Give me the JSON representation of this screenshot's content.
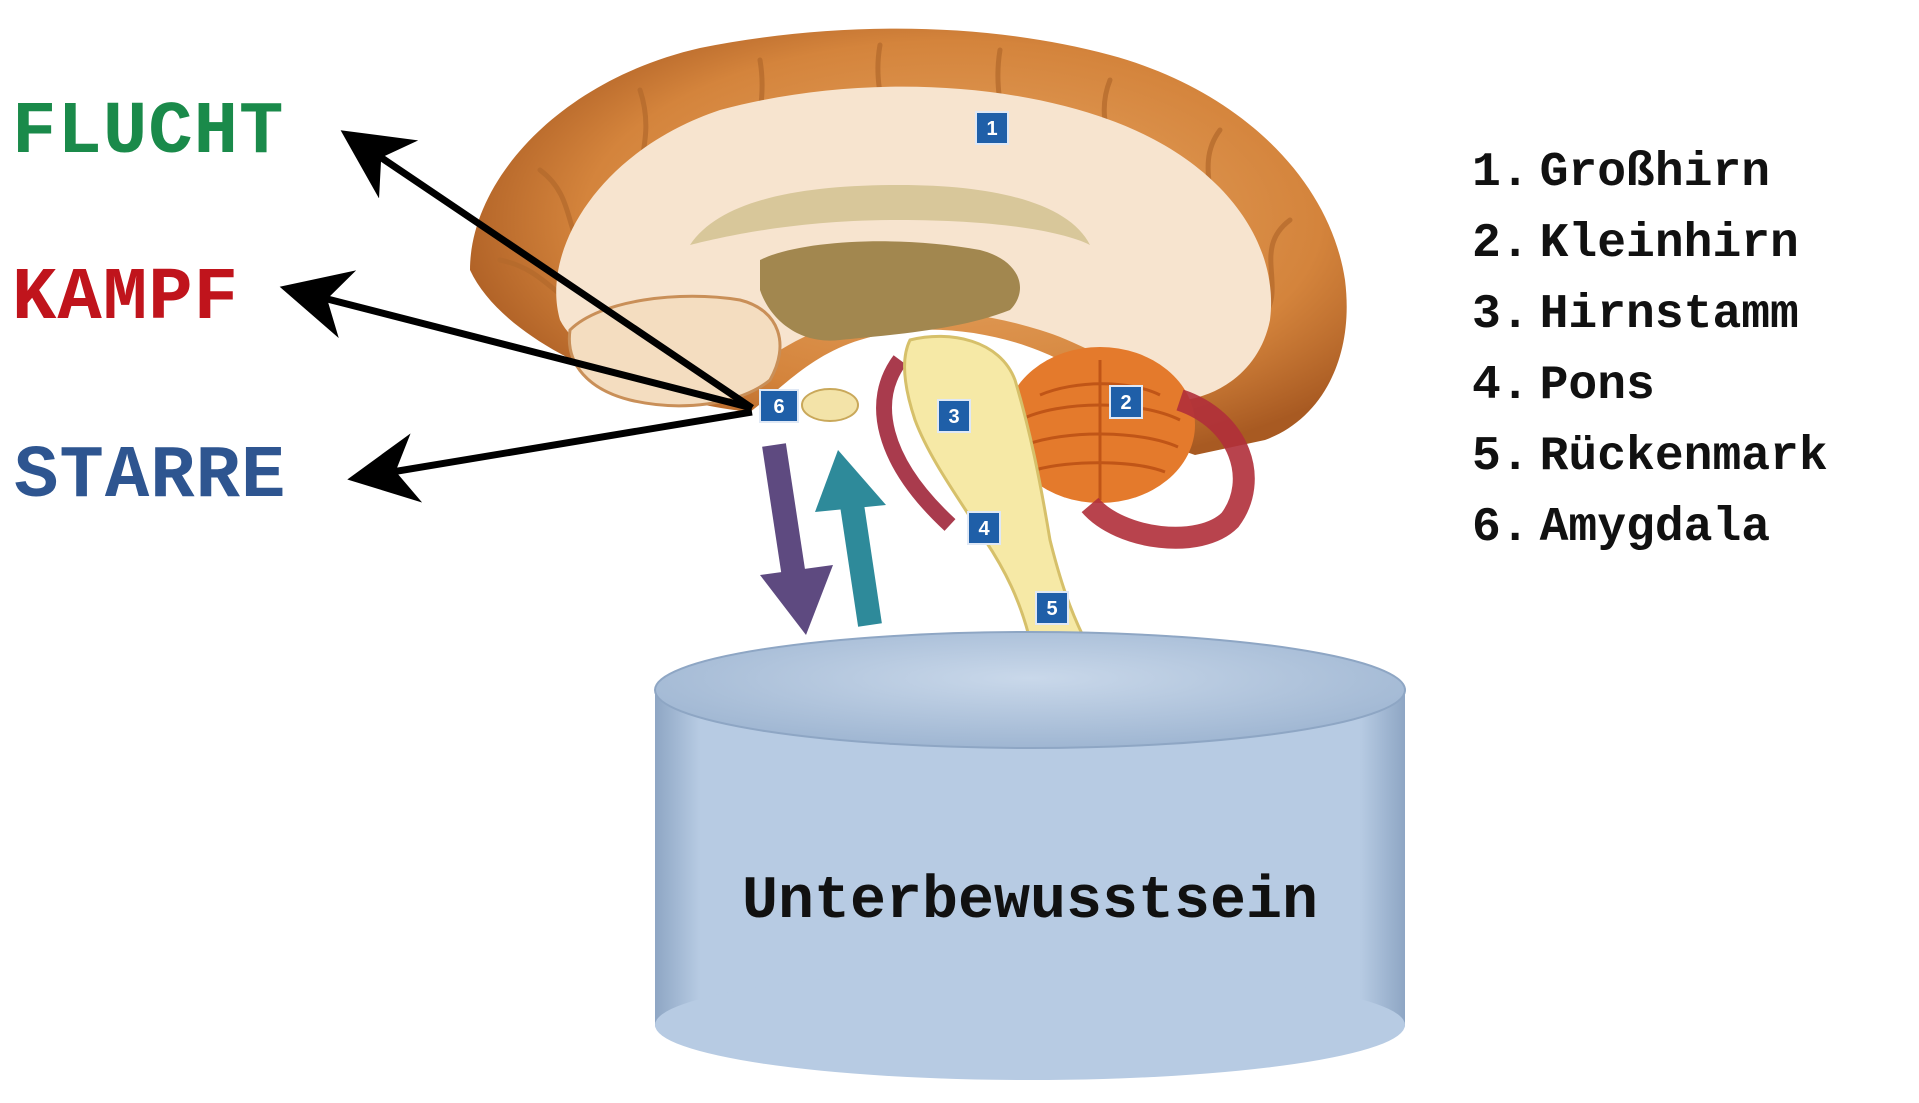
{
  "responses": [
    {
      "label": "FLUCHT",
      "color": "#1a8a4a"
    },
    {
      "label": "KAMPF",
      "color": "#c0141c"
    },
    {
      "label": "STARRE",
      "color": "#2e5590"
    }
  ],
  "legend": [
    {
      "num": "1.",
      "label": "Großhirn"
    },
    {
      "num": "2.",
      "label": "Kleinhirn"
    },
    {
      "num": "3.",
      "label": "Hirnstamm"
    },
    {
      "num": "4.",
      "label": "Pons"
    },
    {
      "num": "5.",
      "label": "Rückenmark"
    },
    {
      "num": "6.",
      "label": "Amygdala"
    }
  ],
  "markers": [
    "1",
    "2",
    "3",
    "4",
    "5",
    "6"
  ],
  "cylinder": {
    "label": "Unterbewusstsein",
    "fill": "#b7cbe3"
  },
  "arrows": {
    "down_color": "#5e4a80",
    "up_color": "#2e8a9a",
    "pointer_color": "#000000"
  }
}
